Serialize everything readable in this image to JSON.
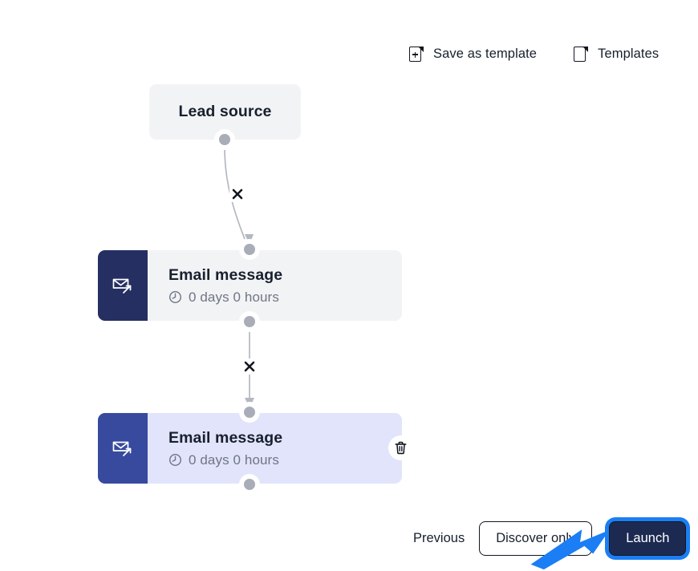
{
  "toolbar": {
    "items": [
      {
        "label": "Save as template",
        "icon": "document-plus-icon"
      },
      {
        "label": "Templates",
        "icon": "document-icon"
      }
    ]
  },
  "flow": {
    "nodes": [
      {
        "id": "lead-source",
        "type": "trigger",
        "title": "Lead source",
        "selected": false
      },
      {
        "id": "email-message-1",
        "type": "email",
        "title": "Email message",
        "delay": "0 days 0 hours",
        "icon": "email-send-icon",
        "selected": false
      },
      {
        "id": "email-message-2",
        "type": "email",
        "title": "Email message",
        "delay": "0 days 0 hours",
        "icon": "email-send-icon",
        "selected": true,
        "delete_icon": "trash-icon"
      }
    ],
    "edges": [
      {
        "from": "lead-source",
        "to": "email-message-1",
        "marker": "remove-x"
      },
      {
        "from": "email-message-1",
        "to": "email-message-2",
        "marker": "remove-x"
      }
    ]
  },
  "footer": {
    "previous_label": "Previous",
    "discover_label": "Discover only",
    "launch_label": "Launch"
  },
  "colors": {
    "node_default_bg": "#f2f3f5",
    "node_selected_bg": "#e1e4fb",
    "icon_pane_default": "#252f61",
    "icon_pane_selected": "#374a9e",
    "launch_bg": "#1c2a52",
    "focus_ring": "#1b7ef4",
    "pointer_arrow": "#1b7ef4",
    "dot": "#a9adb8",
    "muted_text": "#6f7685"
  }
}
